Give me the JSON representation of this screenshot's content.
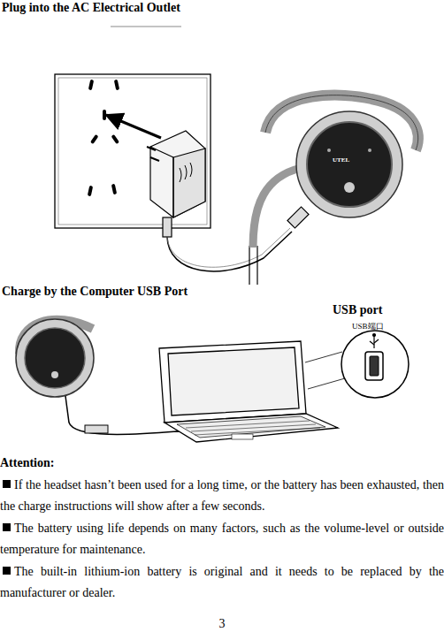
{
  "diagram": {
    "labels": [
      "Plug into the AC Electrical Outlet",
      "UTEL",
      "Charge by the Computer USB Port",
      "USB port",
      "USB端口",
      "Attention:",
      "If the headset hasn’t been used for a long time, or the battery has been exhausted, then the charge instructions will show after a few seconds.",
      "The battery using life depends on many factors, such as the volume-level or outside temperature for maintenance.",
      "The built-in lithium-ion battery is original and it needs to be replaced by the manufacturer or dealer.",
      "3"
    ]
  }
}
